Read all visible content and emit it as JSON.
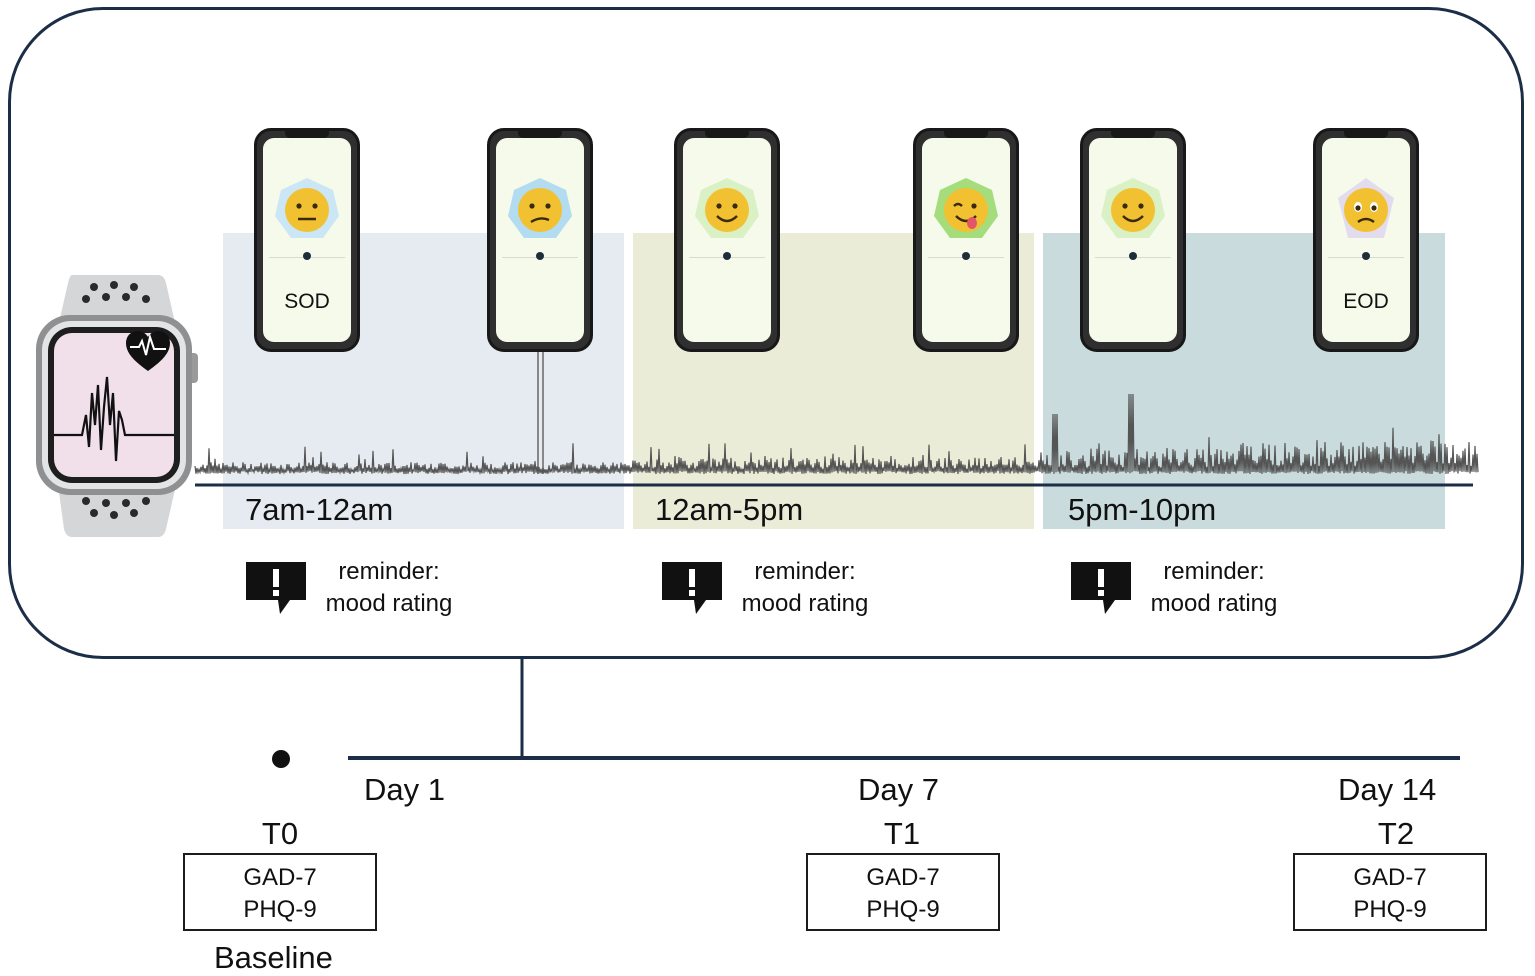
{
  "colors": {
    "frame": "#1c2e47",
    "band_morning": "#e6ebf1",
    "band_afternoon": "#eaecd8",
    "band_evening": "#c9dbdd",
    "watch_screen": "#f1e0ea",
    "signal": "#555555"
  },
  "periods": [
    {
      "label": "7am-12am"
    },
    {
      "label": "12am-5pm"
    },
    {
      "label": "5pm-10pm"
    }
  ],
  "phones": [
    {
      "emoji": "neutral-face-icon",
      "halo": "#cbe6f5",
      "text": "SOD"
    },
    {
      "emoji": "confused-face-icon",
      "halo": "#b3dcf0",
      "text": ""
    },
    {
      "emoji": "smiling-face-icon",
      "halo": "#d9f1c5",
      "text": ""
    },
    {
      "emoji": "tongue-face-icon",
      "halo": "#a5dc7c",
      "text": ""
    },
    {
      "emoji": "smiling-face-icon",
      "halo": "#d9f1c5",
      "text": ""
    },
    {
      "emoji": "worried-face-icon",
      "halo": "#e3dcef",
      "text": "EOD"
    }
  ],
  "reminders": [
    {
      "line1": "reminder:",
      "line2": "mood rating"
    },
    {
      "line1": "reminder:",
      "line2": "mood rating"
    },
    {
      "line1": "reminder:",
      "line2": "mood rating"
    }
  ],
  "timeline": {
    "days": [
      "Day 1",
      "Day 7",
      "Day 14"
    ],
    "timepoints": [
      {
        "label": "T0",
        "q1": "GAD-7",
        "q2": "PHQ-9",
        "caption": "Baseline"
      },
      {
        "label": "T1",
        "q1": "GAD-7",
        "q2": "PHQ-9"
      },
      {
        "label": "T2",
        "q1": "GAD-7",
        "q2": "PHQ-9"
      }
    ]
  },
  "icons": {
    "watch": "smartwatch-icon",
    "heart": "heart-rate-icon",
    "reminder": "alert-bubble-icon"
  }
}
